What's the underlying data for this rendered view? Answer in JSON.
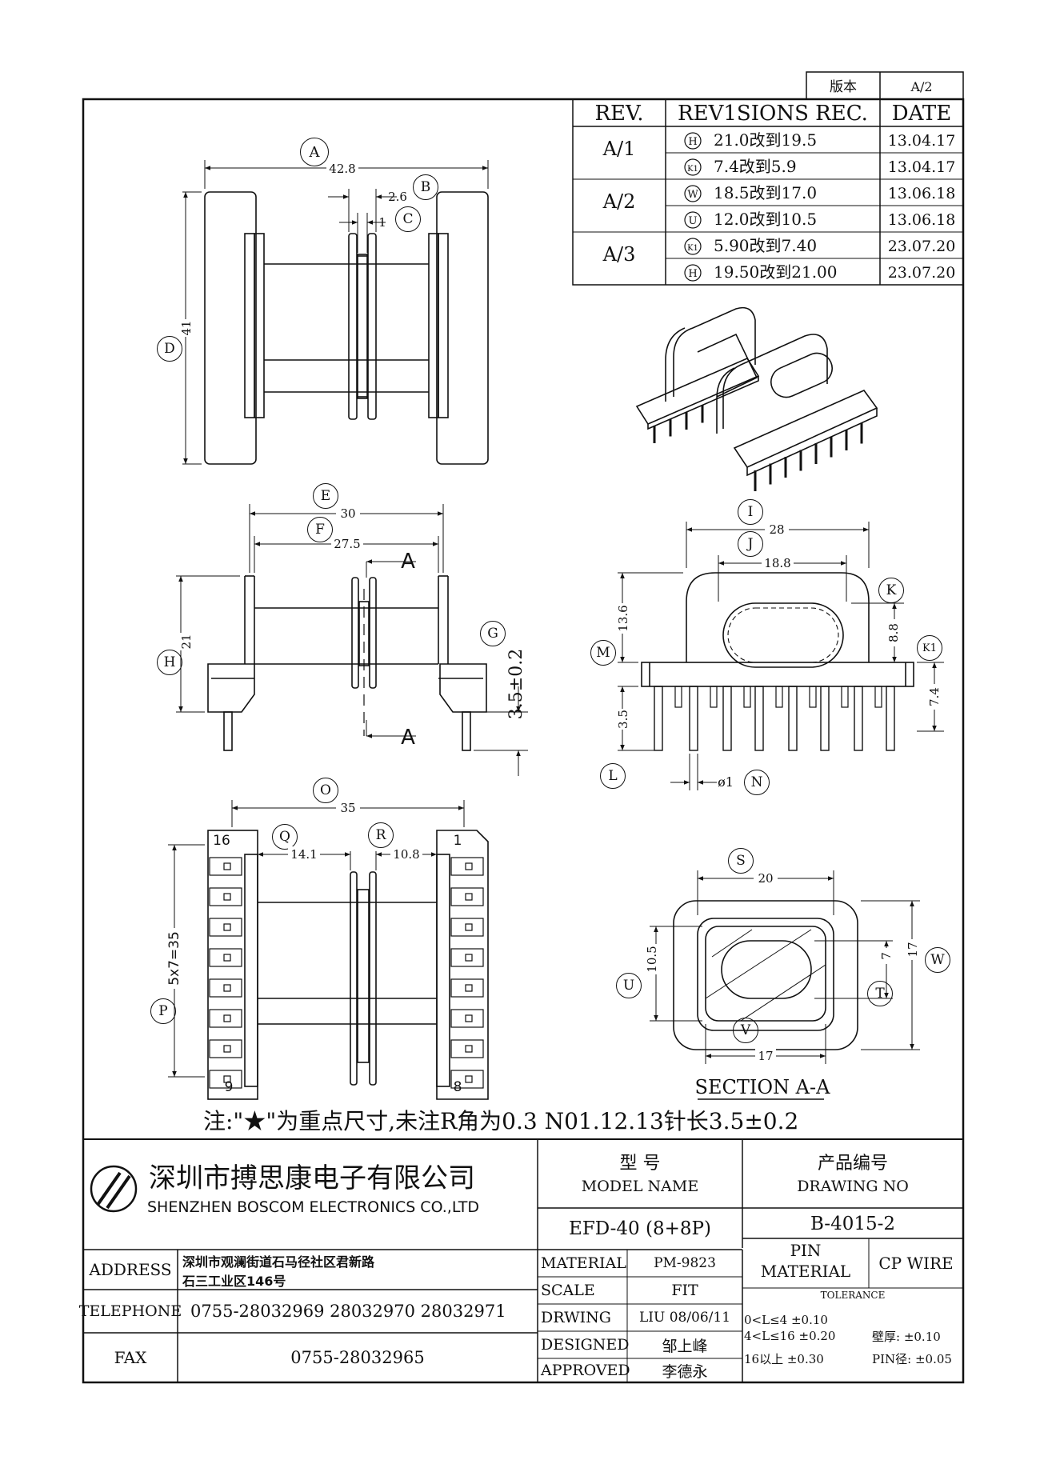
{
  "version_box": {
    "label": "版本",
    "value": "A/2"
  },
  "revisions": {
    "headers": {
      "rev": "REV.",
      "rec": "REV1SIONS REC.",
      "date": "DATE"
    },
    "rows": [
      {
        "rev": "A/1",
        "sym": "H",
        "text": "21.0改到19.5",
        "date": "13.04.17"
      },
      {
        "rev": "",
        "sym": "K1",
        "text": "7.4改到5.9",
        "date": "13.04.17"
      },
      {
        "rev": "A/2",
        "sym": "W",
        "text": "18.5改到17.0",
        "date": "13.06.18"
      },
      {
        "rev": "",
        "sym": "U",
        "text": "12.0改到10.5",
        "date": "13.06.18"
      },
      {
        "rev": "A/3",
        "sym": "K1",
        "text": "5.90改到7.40",
        "date": "23.07.20"
      },
      {
        "rev": "",
        "sym": "H",
        "text": "19.50改到21.00",
        "date": "23.07.20"
      }
    ]
  },
  "top_view": {
    "A": "A",
    "dim_A": "42.8",
    "B": "B",
    "dim_B": "2.6",
    "C": "C",
    "dim_C": "1",
    "D": "D",
    "dim_D": "41"
  },
  "front_view": {
    "E": "E",
    "dim_E": "30",
    "F": "F",
    "dim_F": "27.5",
    "H": "H",
    "dim_H": "21",
    "G": "G",
    "dim_G": "3.5±0.2",
    "section_top": "A",
    "section_bottom": "A"
  },
  "side_view": {
    "I": "I",
    "dim_I": "28",
    "J": "J",
    "dim_J": "18.8",
    "K": "K",
    "dim_K": "8.8",
    "K1": "K1",
    "dim_K1": "7.4",
    "M": "M",
    "dim_M": "13.6",
    "L": "L",
    "dim_L": "3.5",
    "N": "N",
    "dim_N": "ø1"
  },
  "bottom_view": {
    "O": "O",
    "dim_O": "35",
    "Q": "Q",
    "dim_Q": "14.1",
    "R": "R",
    "dim_R": "10.8",
    "P": "P",
    "dim_P": "5x7=35",
    "pin_16": "16",
    "pin_1": "1",
    "pin_9": "9",
    "pin_8": "8"
  },
  "section_view": {
    "S": "S",
    "dim_S": "20",
    "U": "U",
    "dim_U": "10.5",
    "T": "T",
    "dim_T": "7",
    "W": "W",
    "dim_W": "17",
    "V": "V",
    "dim_V": "17",
    "title": "SECTION A-A"
  },
  "note": "注:\"★\"为重点尺寸,未注R角为0.3   N01.12.13针长3.5±0.2",
  "title_block": {
    "company_cn": "深圳市搏思康电子有限公司",
    "company_en": "SHENZHEN BOSCOM ELECTRONICS CO.,LTD",
    "model_label_cn": "型    号",
    "model_label_en": "MODEL NAME",
    "model_value": "EFD-40 (8+8P)",
    "drawing_label_cn": "产品编号",
    "drawing_label_en": "DRAWING NO",
    "drawing_value": "B-4015-2",
    "address_label": "ADDRESS",
    "address_line1": "深圳市观澜街道石马径社区君新路",
    "address_line2": "石三工业区146号",
    "telephone_label": "TELEPHONE",
    "telephone_value": "0755-28032969 28032970 28032971",
    "fax_label": "FAX",
    "fax_value": "0755-28032965",
    "material_label": "MATERIAL",
    "material_value": "PM-9823",
    "scale_label": "SCALE",
    "scale_value": "FIT",
    "drwing_label": "DRWING",
    "drwing_value": "LIU 08/06/11",
    "designed_label": "DESIGNED",
    "designed_value": "邹上峰",
    "approved_label": "APPROVED",
    "approved_value": "李德永",
    "pin_material_label1": "PIN",
    "pin_material_label2": "MATERIAL",
    "pin_material_value": "CP WIRE",
    "tolerance_label": "TOLERANCE",
    "tol1": "0<L≤4  ±0.10",
    "tol2": "4<L≤16 ±0.20",
    "tol3": "16以上    ±0.30",
    "wall": "壁厚:  ±0.10",
    "pin_dia": "PIN径: ±0.05"
  }
}
